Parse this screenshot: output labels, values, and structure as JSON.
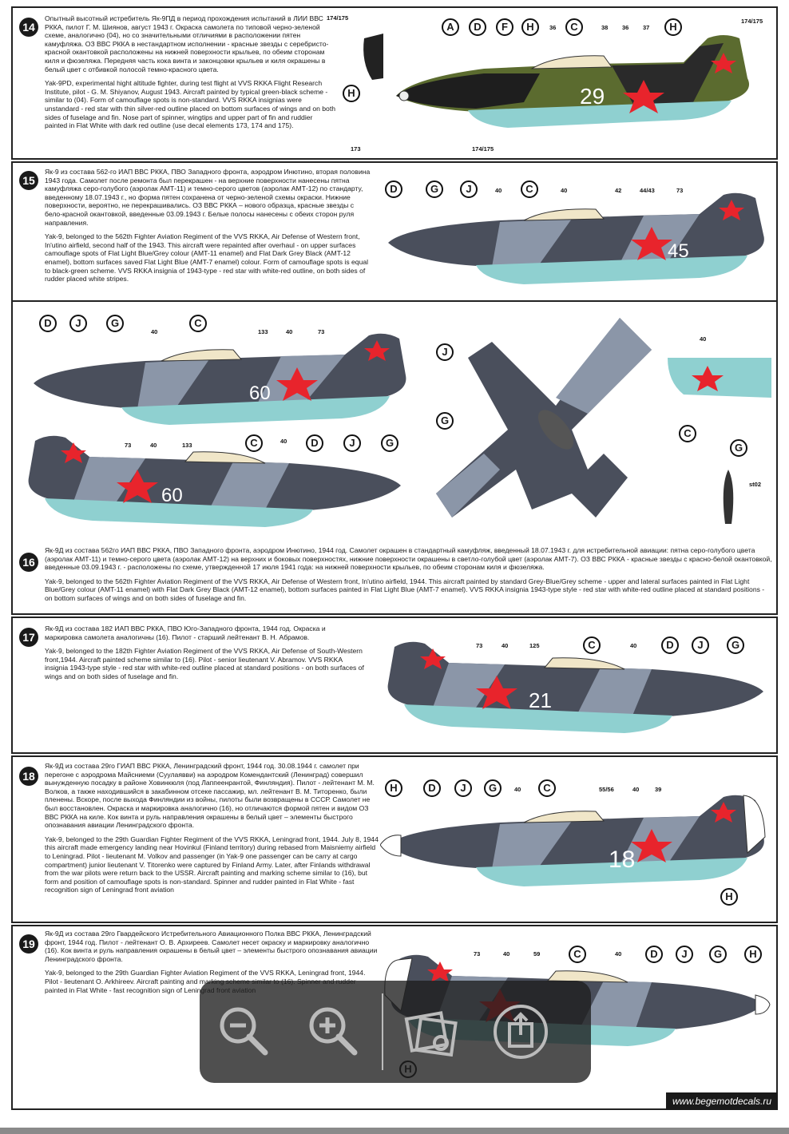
{
  "footer": {
    "site": "www.begemotdecals.ru"
  },
  "toolbar": {
    "zoom_out": "zoom-out",
    "zoom_in": "zoom-in",
    "gallery": "gallery",
    "share": "share"
  },
  "profiles": [
    {
      "number": "14",
      "text_ru": "Опытный высотный истребитель Як-9ПД в период прохождения испытаний в ЛИИ ВВС РККА, пилот Г. М. Шиянов, август 1943 г. Окраска самолета по типовой черно-зеленой схеме, аналогично (04), но со значительными отличиями в расположении пятен камуфляжа. ОЗ ВВС РККА в нестандартном исполнении - красные звезды с серебристо-красной окантовкой расположены на нижней поверхности крыльев, по обеим сторонам киля и фюзеляжа. Передняя часть кока винта и законцовки крыльев и киля окрашены в белый цвет с отбивкой полосой темно-красного цвета.",
      "text_en": "Yak-9PD, experimental hight altitude fighter, during test flight at VVS RKKA Flight Research Institute, pilot - G. M. Shiyanov, August 1943. Aircraft painted by typical green-black scheme - similar to (04). Form of camouflage spots is non-standard. VVS RKKA insignias were unstandard - red star with thin silver-red outline placed on bottom surfaces of wings and on both sides of fuselage and fin. Nose part of spinner, wingtips and upper part of fin and ruddier painted in Flat White with dark red outline (use decal elements 173, 174 and 175).",
      "code": "29",
      "callouts": [
        "A",
        "D",
        "F",
        "H",
        "C",
        "H",
        "H"
      ],
      "tags": [
        "174/175",
        "36",
        "38",
        "36",
        "37",
        "174/175",
        "173",
        "174/175"
      ]
    },
    {
      "number": "15",
      "text_ru": "Як-9 из состава 562-го ИАП ВВС РККА, ПВО Западного фронта, аэродром Инютино, вторая половина 1943 года. Самолет после ремонта был перекрашен - на верхние поверхности нанесены пятна камуфляжа серо-голубого (аэролак АМТ-11) и темно-серого цветов (аэролак АМТ-12) по стандарту, введенному 18.07.1943 г., но форма пятен сохранена от черно-зеленой схемы окраски. Нижние поверхности, вероятно, не перекрашивались. ОЗ ВВС РККА – нового образца, красные звезды с бело-красной окантовкой, введенные 03.09.1943 г. Белые полосы нанесены с обеих сторон руля направления.",
      "text_en": "Yak-9, belonged to the 562th Fighter Aviation Regiment of the VVS RKKA, Air Defense of Western front, In'utino airfield, second half of the 1943. This aircraft were repainted after overhaul - on upper surfaces camouflage spots of Flat Light Blue/Grey colour (AMT-11 enamel) and Flat Dark Grey Black (AMT-12 enamel), bottom surfaces saved Flat Light Blue (AMT-7 enamel) colour. Form of camouflage spots is equal to black-green scheme. VVS RKKA insignia of 1943-type - red star with white-red outline, on both sides of rudder placed white stripes.",
      "code": "45",
      "callouts": [
        "D",
        "G",
        "J",
        "C"
      ],
      "tags": [
        "40",
        "40",
        "42",
        "44/43",
        "73"
      ]
    },
    {
      "number": "16",
      "text_ru": "Як-9Д из состава 562го ИАП ВВС РККА, ПВО Западного фронта, аэродром Инютино, 1944 год. Самолет окрашен в стандартный камуфляж, введенный 18.07.1943 г. для истребительной авиации: пятна серо-голубого цвета (аэролак АМТ-11) и темно-серого цвета (аэролак АМТ-12) на верхних и боковых поверхностях, нижние поверхности окрашены в светло-голубой цвет (аэролак АМТ-7). ОЗ ВВС РККА - красные звезды с красно-белой окантовкой, введенные 03.09.1943 г. - расположены по схеме, утвержденной 17 июля 1941 года: на нижней поверхности крыльев, по обеим сторонам киля и фюзеляжа.",
      "text_en": "Yak-9, belonged to the 562th Fighter Aviation Regiment of the VVS RKKA, Air Defense of Western front, In'utino airfield, 1944. This aircraft painted by standard Grey-Blue/Grey scheme - upper and lateral surfaces painted in Flat Light Blue/Grey colour (AMT-11 enamel) with Flat Dark Grey Black (AMT-12 enamel), bottom surfaces painted in Flat Light Blue (AMT-7 enamel). VVS RKKA insignia 1943-type style - red star with white-red outline placed at standard positions - on bottom surfaces of wings and on both sides of fuselage and fin.",
      "code": "60",
      "callouts": [
        "D",
        "J",
        "G",
        "C",
        "J",
        "G",
        "C",
        "D",
        "J",
        "G",
        "C",
        "G"
      ],
      "tags": [
        "40",
        "133",
        "40",
        "73",
        "73",
        "40",
        "133",
        "40",
        "40",
        "st02"
      ]
    },
    {
      "number": "17",
      "text_ru": "Як-9Д из состава 182 ИАП ВВС РККА, ПВО Юго-Западного фронта, 1944 год. Окраска и маркировка самолета аналогичны (16). Пилот - старший лейтенант В. Н. Абрамов.",
      "text_en": "Yak-9, belonged to the 182th Fighter Aviation Regiment of the VVS RKKA, Air Defense of South-Western front,1944. Aircraft painted scheme similar to (16). Pilot - senior lieutenant V. Abramov. VVS RKKA insignia 1943-type style - red star with white-red outline placed at standard positions - on both surfaces of wings and on both sides of fuselage and fin.",
      "code": "21",
      "callouts": [
        "C",
        "D",
        "J",
        "G"
      ],
      "tags": [
        "73",
        "40",
        "125",
        "40"
      ]
    },
    {
      "number": "18",
      "text_ru": "Як-9Д из состава 29го ГИАП ВВС РККА, Ленинградский фронт, 1944 год. 30.08.1944 г. самолет при перегоне с аэродрома Майсниеми (Суулаявви) на аэродром Комендантский (Ленинград) совершил вынужденную посадку в районе Ховинкюля (под Лаппеенрантой, Финляндия). Пилот - лейтенант М. М. Волков, а также находившийся в закабинном отсеке пассажир, мл. лейтенант В. М. Титоренко, были пленены. Вскоре, после выхода Финляндии из войны, пилоты были возвращены в СССР. Самолет не был восстановлен. Окраска и маркировка аналогично (16), но отличаются формой пятен и видом ОЗ ВВС РККА на киле. Кок винта и руль направления окрашены в белый цвет – элементы быстрого опознавания авиации Ленинградского фронта.",
      "text_en": "Yak-9, belonged to the 29th Guardian Fighter Regiment of the VVS RKKA, Leningrad front, 1944. July 8, 1944 this aircraft made emergency landing near Hovinkul (Finland territory) during rebased from Maisniemy airfield to Leningrad. Pilot - lieutenant M. Volkov and passenger (in Yak-9 one passenger can be carry at cargo compartment) junior lieutenant V. Titorenko were captured by Finland Army. Later, after Finlands withdrawal from the war pilots were return back to the USSR. Aircraft painting and marking scheme similar to (16), but form and position of camouflage spots is non-standard. Spinner and rudder painted in Flat White - fast recognition sign of Leningrad front aviation",
      "code": "18",
      "callouts": [
        "H",
        "D",
        "J",
        "G",
        "C",
        "H"
      ],
      "tags": [
        "40",
        "55/56",
        "40",
        "39"
      ]
    },
    {
      "number": "19",
      "text_ru": "Як-9Д из состава 29го Гвардейского Истребительного Авиационного Полка ВВС РККА, Ленинградский фронт, 1944 год. Пилот - лейтенант О. В. Архиреев. Самолет несет окраску и маркировку аналогично (16). Кок винта и руль направления окрашены в белый цвет – элементы быстрого опознавания авиации Ленинградского фронта.",
      "text_en": "Yak-9, belonged to the 29th Guardian Fighter Aviation Regiment of the VVS RKKA, Leningrad front, 1944. Pilot - lieutenant O. Arkhireev. Aircraft painting and marking scheme similar to (16). Spinner and rudder painted in Flat White - fast recognition sign of Leningrad front aviation",
      "code": "",
      "callouts": [
        "C",
        "D",
        "J",
        "G",
        "H",
        "H"
      ],
      "tags": [
        "73",
        "40",
        "59",
        "40"
      ]
    }
  ]
}
